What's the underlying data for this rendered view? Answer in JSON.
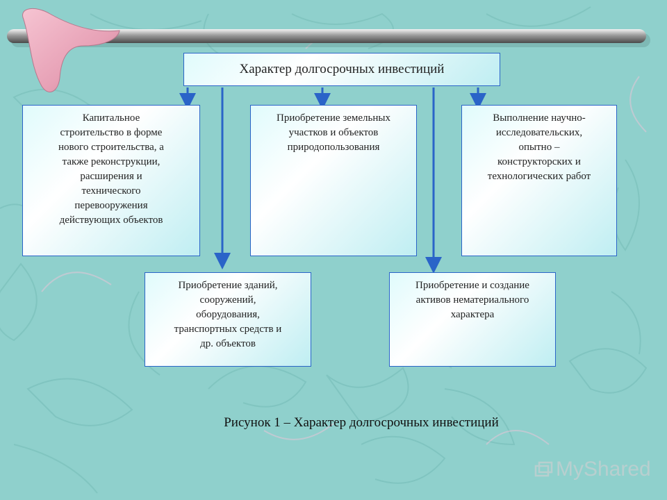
{
  "diagram": {
    "title": "Характер долгосрочных инвестиций",
    "nodes": [
      {
        "id": "box1",
        "lines": [
          "Капитальное",
          "строительство в форме",
          "нового строительства, а",
          "также реконструкции,",
          "расширения и",
          "технического",
          "перевооружения",
          "действующих объектов"
        ]
      },
      {
        "id": "box2",
        "lines": [
          "Приобретение земельных",
          "участков и объектов",
          "природопользования"
        ]
      },
      {
        "id": "box3",
        "lines": [
          "Выполнение научно-",
          "исследовательских,",
          "опытно –",
          "конструкторских и",
          "технологических работ"
        ]
      },
      {
        "id": "box4",
        "lines": [
          "Приобретение зданий,",
          "сооружений,",
          "оборудования,",
          "транспортных средств и",
          "др. объектов"
        ]
      },
      {
        "id": "box5",
        "lines": [
          "Приобретение и создание",
          "активов нематериального",
          "характера"
        ]
      }
    ],
    "caption": "Рисунок 1 – Характер долгосрочных инвестиций"
  },
  "watermark": {
    "text": "MyShared",
    "icon": "mysh-logo-icon"
  },
  "colors": {
    "background": "#8fd0cc",
    "box_border": "#2a64c8",
    "arrow": "#2a64c8",
    "rod": "#6f6f6f",
    "boomerang": "#e9a4b8"
  }
}
